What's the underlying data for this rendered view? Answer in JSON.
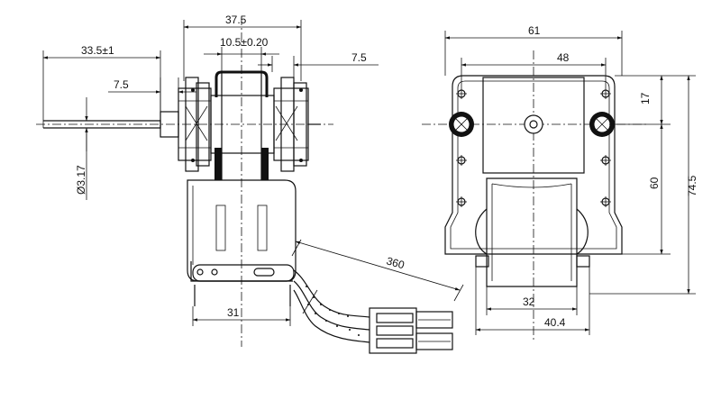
{
  "side_view": {
    "dims": {
      "overall_width": "37.5",
      "shaft_length": "33.5±1",
      "slot_width": "10.5±0.20",
      "top_offset": "7.5",
      "left_offset": "7.5",
      "shaft_diameter": "Ø3.17",
      "base_width": "31",
      "wire_length": "360"
    }
  },
  "front_view": {
    "dims": {
      "overall_width": "61",
      "hole_spacing": "48",
      "top_offset": "17",
      "mount_height": "60",
      "overall_height": "74.5",
      "coil_inner": "32",
      "coil_outer": "40.4"
    }
  }
}
